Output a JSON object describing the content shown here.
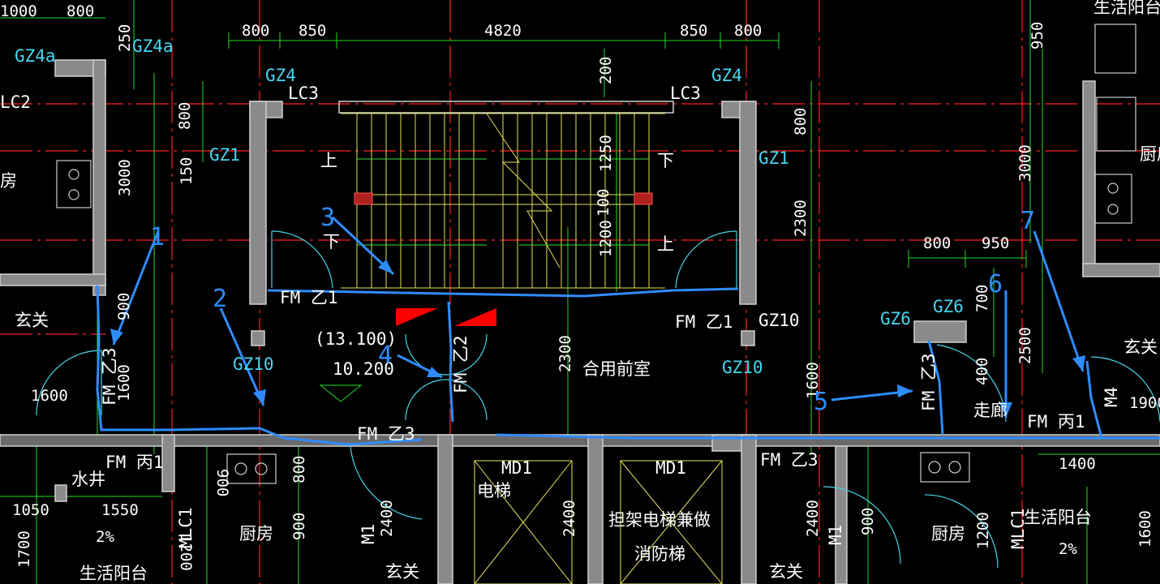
{
  "dimensions": {
    "top": [
      "1000",
      "800",
      "800",
      "850",
      "4820",
      "850",
      "800",
      "950"
    ],
    "left": [
      "250",
      "800",
      "3000",
      "150",
      "900",
      "1600",
      "1600",
      "1050",
      "1700",
      "1550"
    ],
    "inner": [
      "200",
      "1250",
      "100",
      "1200",
      "800",
      "2300",
      "3000",
      "2500",
      "400",
      "700",
      "800",
      "950",
      "1900",
      "1400",
      "900",
      "2400",
      "2400",
      "1600",
      "1200",
      "1600",
      "2300",
      "800",
      "900",
      "2%",
      "2%",
      "2400",
      "1200",
      "900"
    ]
  },
  "structure_labels": [
    "GZ4a",
    "GZ4a",
    "GZ4",
    "GZ4",
    "LC3",
    "LC3",
    "GZ1",
    "GZ1",
    "GZ10",
    "GZ10",
    "GZ10",
    "GZ6",
    "GZ6",
    "LC2"
  ],
  "door_labels": [
    "FM 乙1",
    "FM 乙1",
    "FM 乙2",
    "FM 乙3",
    "FM 乙3",
    "FM 乙3",
    "FM 乙3",
    "FM 丙1",
    "FM 丙1",
    "M1",
    "M1",
    "MLC1",
    "MLC1",
    "MD1",
    "MD1"
  ],
  "room_labels": [
    "上",
    "下",
    "下",
    "上",
    "合用前室",
    "玄关",
    "玄关",
    "玄关",
    "玄关",
    "走廊",
    "厨房",
    "厨房",
    "厨房",
    "房",
    "生活阳台",
    "生活阳台",
    "生活阳台",
    "水井",
    "电梯",
    "担架电梯兼做",
    "消防梯",
    "(13.100)",
    "10.200",
    "M4"
  ],
  "annotations": [
    "1",
    "2",
    "3",
    "4",
    "5",
    "6",
    "7"
  ],
  "colors": {
    "background": "#000000",
    "wall": "#b8b8b8",
    "axis": "#ff2020",
    "dimension": "#22dd22",
    "door": "#47d6e6",
    "stair": "#e8e860",
    "annotation": "#2f8cff"
  }
}
